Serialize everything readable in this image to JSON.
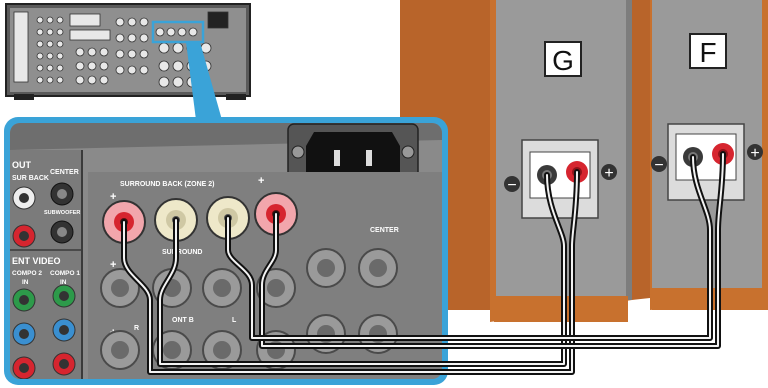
{
  "receiver": {
    "ac_inlet": "AC inlet",
    "labels": {
      "out": "OUT",
      "surr_back_short": "SUR BACK",
      "center": "CENTER",
      "subwoofer": "SUBWOOFER",
      "component_video": "ENT VIDEO",
      "compo2": "COMPO 2",
      "compo1": "COMPO 1",
      "in": "IN",
      "surround_back_zone2": "SURROUND BACK (ZONE 2)",
      "center_terminal": "CENTER",
      "surround_partial": "SURROUND",
      "front_b_partial": "ONT B",
      "r": "R",
      "l": "L"
    }
  },
  "speakers": {
    "left": {
      "label": "G"
    },
    "right": {
      "label": "F"
    }
  },
  "polarity": {
    "plus": "+",
    "minus": "−"
  },
  "colors": {
    "accent_blue": "#3aa3d8",
    "panel": "#8a8a8a",
    "panel_dark": "#5a5a5a",
    "wood": "#c8712e",
    "speaker_face": "#9a9a9a",
    "red_terminal": "#d6252f",
    "cream_terminal": "#eee8c9",
    "pink_terminal": "#f2a6ac"
  }
}
